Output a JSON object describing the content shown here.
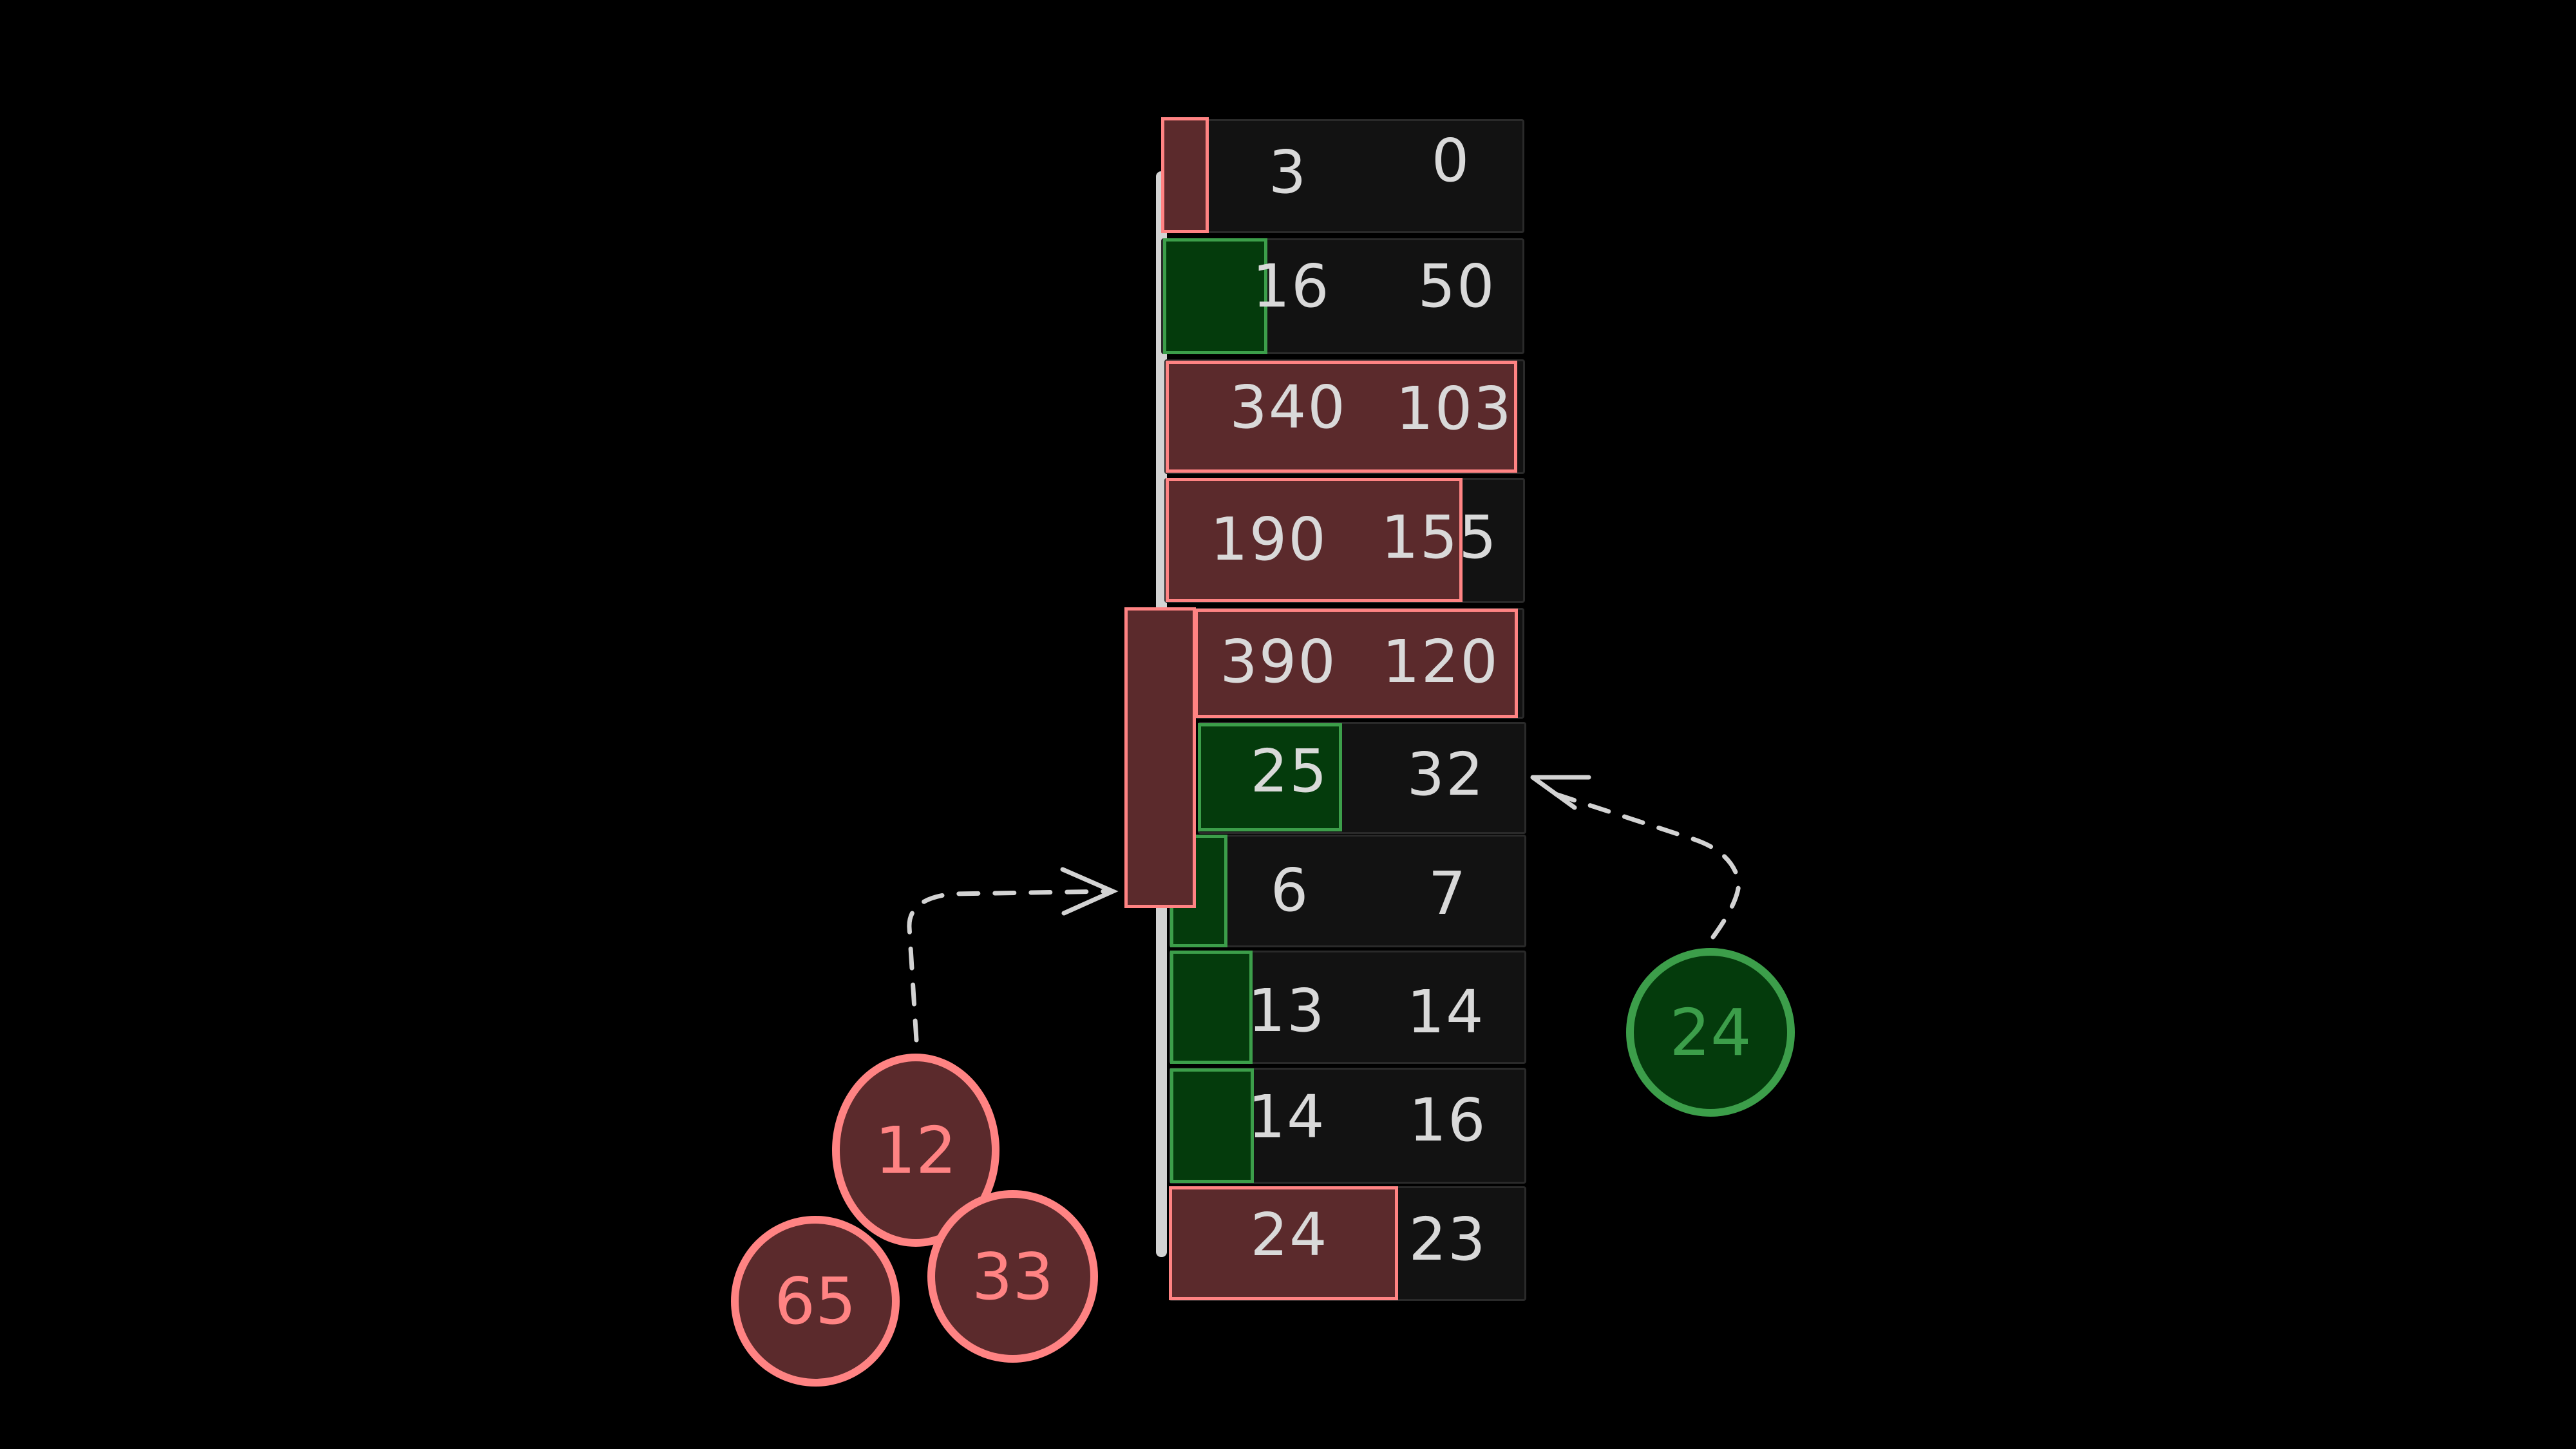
{
  "diagram": {
    "background": "#000000",
    "colors": {
      "red_fill": "#5b2a2c",
      "red_stroke": "#ff8383",
      "green_fill": "#043b0c",
      "green_stroke": "#3c9e4a",
      "row_fill": "#121212",
      "text": "#d9d9d9",
      "arrow": "#d3d3d3"
    },
    "rows": [
      {
        "left": "3",
        "right": "0",
        "bar_color": "red"
      },
      {
        "left": "16",
        "right": "50",
        "bar_color": "green"
      },
      {
        "left": "340",
        "right": "103",
        "bar_color": "red"
      },
      {
        "left": "190",
        "right": "155",
        "bar_color": "red"
      },
      {
        "left": "390",
        "right": "120",
        "bar_color": "red"
      },
      {
        "left": "25",
        "right": "32",
        "bar_color": "green"
      },
      {
        "left": "6",
        "right": "7",
        "bar_color": "green"
      },
      {
        "left": "13",
        "right": "14",
        "bar_color": "green"
      },
      {
        "left": "14",
        "right": "16",
        "bar_color": "green"
      },
      {
        "left": "24",
        "right": "23",
        "bar_color": "red"
      }
    ],
    "circles": {
      "red_12": "12",
      "red_65": "65",
      "red_33": "33",
      "green_24": "24"
    },
    "arrows": [
      {
        "from": "circle-12",
        "to": "tall-red-bar",
        "style": "dashed"
      },
      {
        "from": "circle-24",
        "to": "row-6",
        "style": "dashed"
      }
    ]
  }
}
